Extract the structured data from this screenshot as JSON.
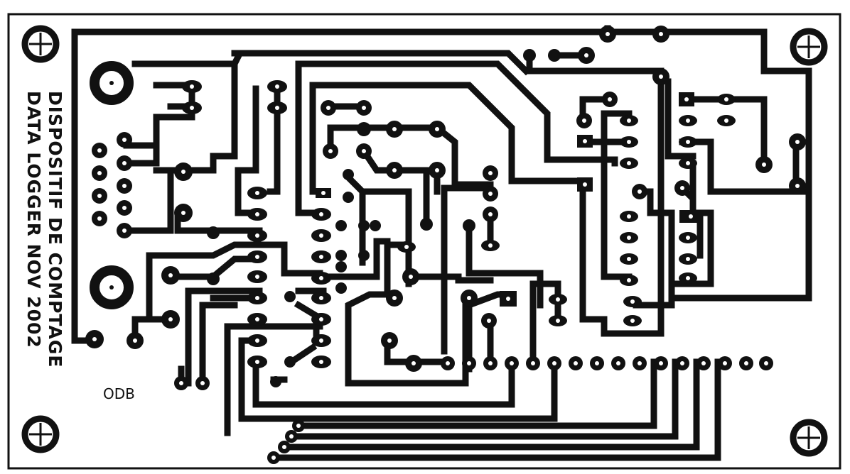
{
  "board": {
    "title_line1": "DISPOSITIF DE COMPTAGE",
    "title_line2": "DATA LOGGER NOV 2002",
    "marking": "ODB",
    "colors": {
      "copper": "#111111",
      "substrate": "#ffffff"
    }
  }
}
